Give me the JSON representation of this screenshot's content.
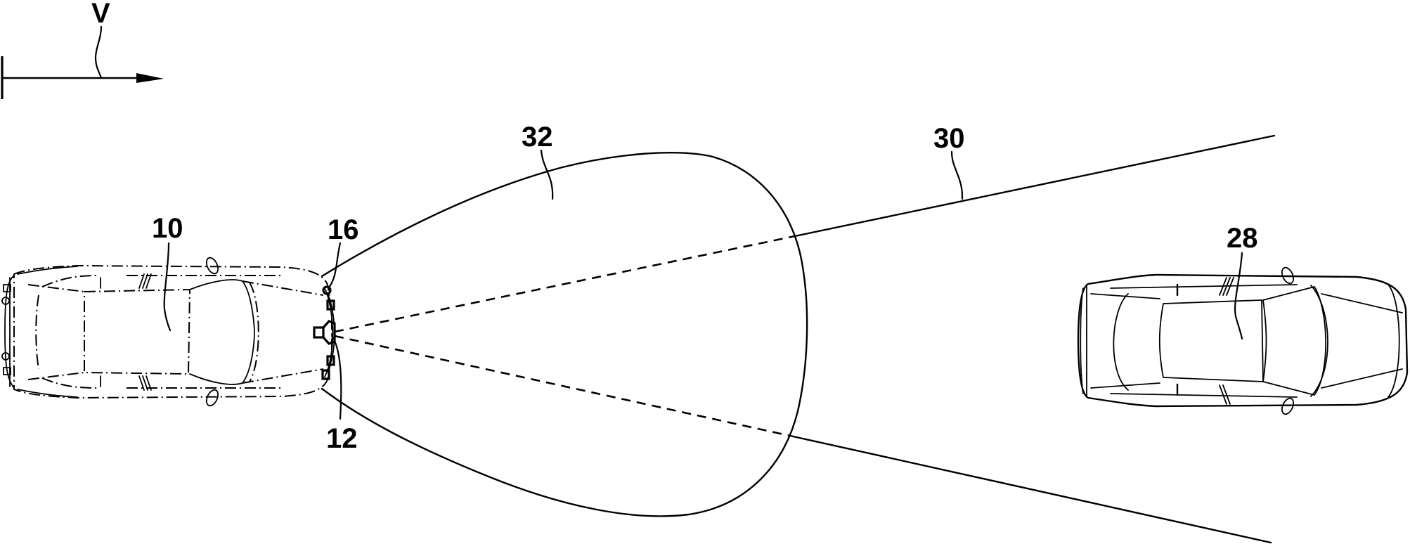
{
  "figure": {
    "description": "Patent drawing: top view of ego vehicle with forward sensor, radar lobe and camera field of view, and a preceding target vehicle",
    "background_color": "#ffffff",
    "line_color": "#000000"
  },
  "direction_indicator": {
    "label": "V",
    "meaning": "driving direction arrow"
  },
  "reference_labels": {
    "ego_vehicle": "10",
    "sensor_unit": "12",
    "front_sensor": "16",
    "target_vehicle": "28",
    "camera_field_of_view": "30",
    "radar_detection_lobe": "32"
  },
  "elements": [
    {
      "ref": "10",
      "name": "ego-vehicle",
      "style": "dash-dot outline"
    },
    {
      "ref": "12",
      "name": "sensor-unit",
      "style": "solid"
    },
    {
      "ref": "16",
      "name": "front-bumper-sensor",
      "style": "solid"
    },
    {
      "ref": "28",
      "name": "target-vehicle",
      "style": "solid outline"
    },
    {
      "ref": "30",
      "name": "field-of-view-cone",
      "style": "dashed inside lobe, solid beyond"
    },
    {
      "ref": "32",
      "name": "detection-lobe",
      "style": "solid closed curve"
    }
  ]
}
